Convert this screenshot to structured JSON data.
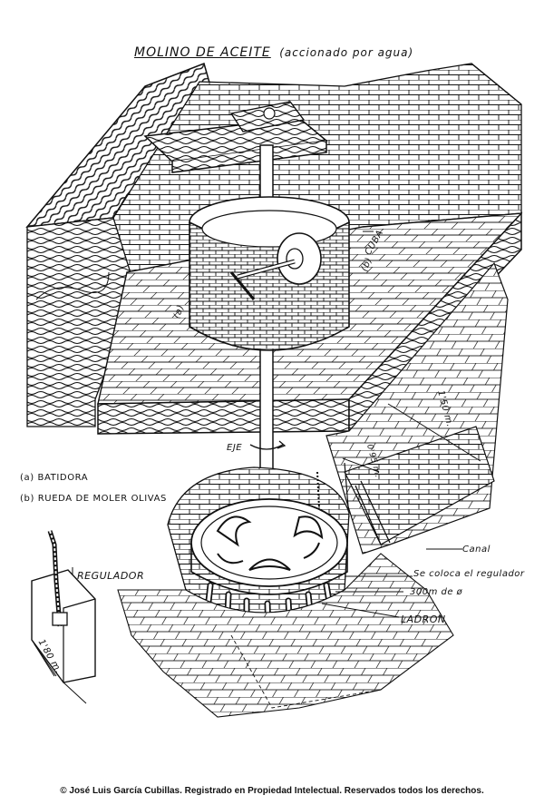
{
  "title": {
    "main": "MOLINO DE ACEITE",
    "sub": "(accionado por agua)"
  },
  "legend": {
    "a": "(a) BATIDORA",
    "b": "(b) RUEDA DE MOLER OLIVAS"
  },
  "labels": {
    "cuba": "CUBA",
    "mark_a": "(a)",
    "mark_b": "(b)",
    "eje": "EJE",
    "dim_150": "1'50 m.",
    "dim_095": "0'95 m.",
    "canal": "Canal",
    "regulador_note": "Se coloca el regulador",
    "diameter": "300m de ø",
    "ladron": "LADRON",
    "regulador": "REGULADOR",
    "dim_180": "1'80 m."
  },
  "footer": "© José Luis García Cubillas. Registrado en Propiedad Intelectual. Reservados todos los derechos.",
  "colors": {
    "ink": "#111111",
    "paper": "#ffffff"
  }
}
